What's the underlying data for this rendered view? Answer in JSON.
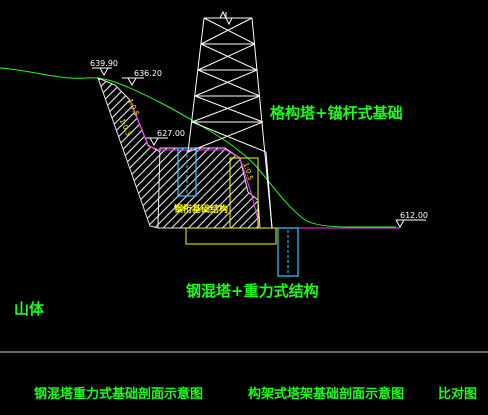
{
  "colors": {
    "background": "#000000",
    "ground": "#1aff1a",
    "tower": "#ffffff",
    "anchor_zone": "#ff33ff",
    "bolt": "#33ccff",
    "rock_fill": "#e8e8e8",
    "label": "#1aff1a",
    "label_alt": "#ffff00"
  },
  "elevations": {
    "top_left": "639.90",
    "top_right": "636.20",
    "mid": "627.00",
    "right": "612.00"
  },
  "slope_ratios": {
    "upper": "1:0.5",
    "middle": "1:0.3",
    "lower": "1:0.5"
  },
  "labels": {
    "lattice_tower": "格构塔+锚杆式基础",
    "concrete_tower": "钢混塔+重力式结构",
    "mountain": "山体",
    "foundation_inner": "钢桁基础结构"
  },
  "caption": {
    "left": "钢混塔重力式基础剖面示意图",
    "middle": "构架式塔架基础剖面示意图",
    "right": "比对图"
  }
}
